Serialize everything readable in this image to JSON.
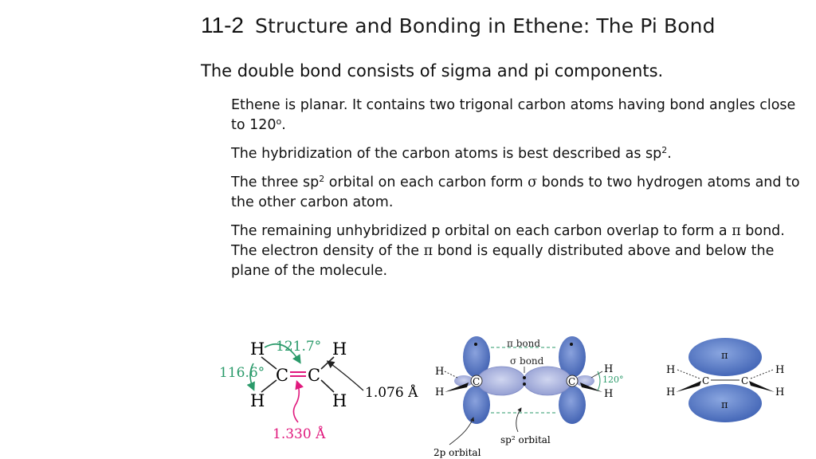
{
  "slide": {
    "number": "11-2",
    "title": "Structure and Bonding in Ethene: The Pi Bond",
    "subheading": "The double bond consists of sigma and pi components."
  },
  "bullets": {
    "b1_text": "Ethene is planar. It contains two trigonal carbon atoms having bond angles close to 120",
    "b1_sup": "o",
    "b1_end": ".",
    "b2_text": "The hybridization of the carbon atoms is best described as sp",
    "b2_sup": "2",
    "b2_end": ".",
    "b3_a": "The three sp",
    "b3_sup": "2",
    "b3_b": " orbital on each carbon form ",
    "b3_sigma": "σ",
    "b3_c": " bonds to two hydrogen atoms and to the other carbon atom.",
    "b4_a": "The remaining unhybridized p orbital on each carbon overlap to form a ",
    "b4_pi1": "π",
    "b4_b": " bond. The electron density of the ",
    "b4_pi2": "π",
    "b4_c": "  bond is equally distributed above and below the plane of the molecule."
  },
  "fig1": {
    "angle_top": "121.7°",
    "angle_left": "116.6°",
    "bond_ch": "1.076 Å",
    "bond_cc": "1.330 Å",
    "atom_c": "C",
    "atom_h": "H"
  },
  "fig2": {
    "pi_bond": "π bond",
    "sigma_bond": "σ bond",
    "angle": "120°",
    "sp2_label": "sp² orbital",
    "p_label": "2p orbital",
    "atom_c": "C",
    "atom_h": "H"
  },
  "fig3": {
    "pi_top": "π",
    "pi_bottom": "π",
    "atom_c": "C",
    "atom_h": "H"
  },
  "colors": {
    "angle_green": "#2a9a6a",
    "bond_magenta": "#e0197d",
    "lobe_blue": "#5b7cc4",
    "lobe_light": "#aab4e0"
  }
}
